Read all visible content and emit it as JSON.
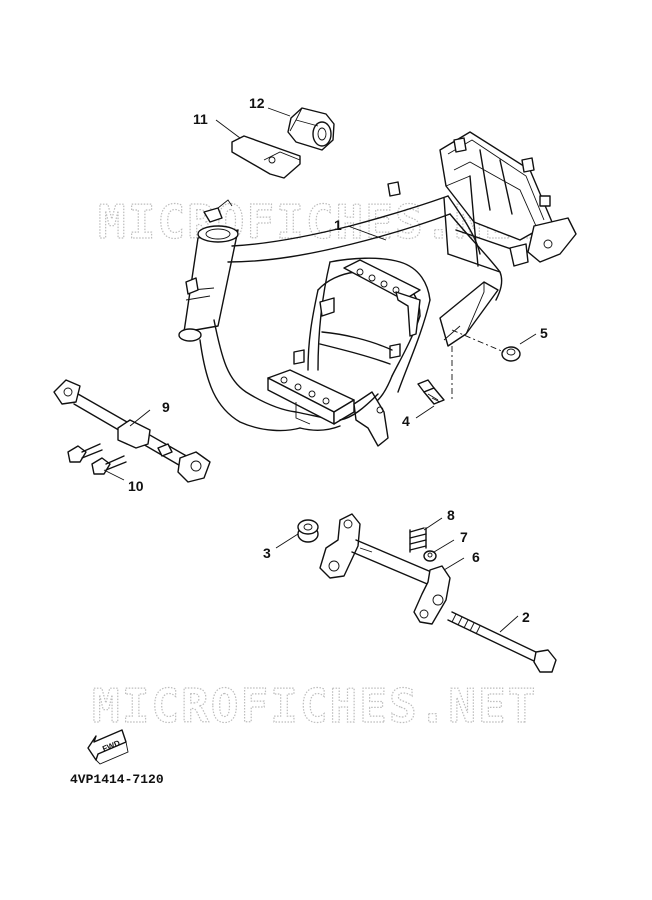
{
  "diagram": {
    "callouts": {
      "c1": "1",
      "c2": "2",
      "c3": "3",
      "c4": "4",
      "c5": "5",
      "c6": "6",
      "c7": "7",
      "c8": "8",
      "c9": "9",
      "c10": "10",
      "c11": "11",
      "c12": "12"
    },
    "part_code": "4VP1414-7120",
    "fwd_label": "FWD",
    "watermark": "MICROFICHES.NET"
  }
}
